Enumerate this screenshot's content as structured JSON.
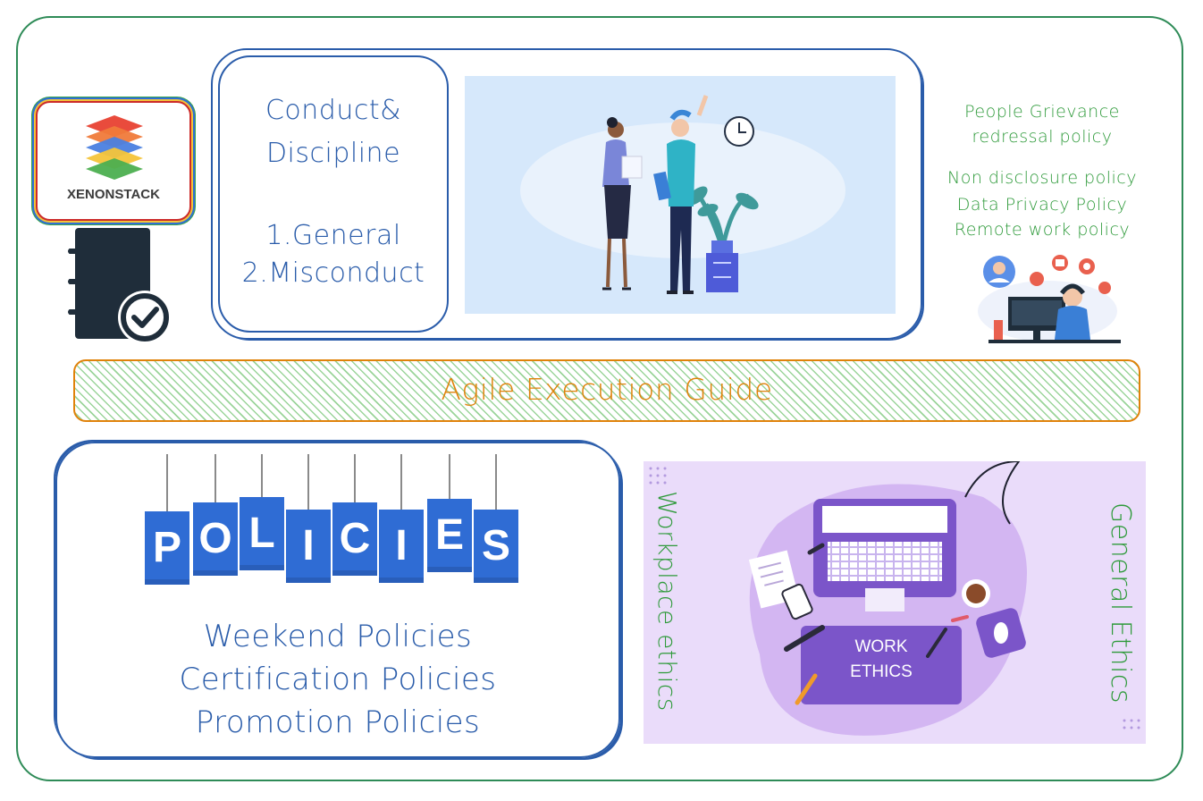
{
  "logo": {
    "brand_text": "XENONSTACK"
  },
  "conduct": {
    "title_line1": "Conduct&",
    "title_line2": "Discipline",
    "item1": "1.General",
    "item2": "2.Misconduct"
  },
  "right_policies": {
    "line1": "People Grievance",
    "line2": "redressal policy",
    "line3": "Non disclosure policy",
    "line4": "Data Privacy Policy",
    "line5": "Remote work policy"
  },
  "agile": {
    "title": "Agile Execution Guide"
  },
  "policies": {
    "tag_letters": [
      "P",
      "O",
      "L",
      "I",
      "C",
      "I",
      "E",
      "S"
    ],
    "item1": "Weekend Policies",
    "item2": "Certification Policies",
    "item3": "Promotion Policies"
  },
  "ethics": {
    "left_vertical": "Workplace ethics",
    "right_vertical": "General Ethics",
    "laptop_label_line1": "WORK",
    "laptop_label_line2": "ETHICS"
  },
  "colors": {
    "outer_border": "#2e8b57",
    "blue": "#2a5caa",
    "green": "#2e9a3a",
    "orange": "#e0820a",
    "tag_blue": "#2f6cd4",
    "ethics_purple": "#7b55c9"
  }
}
